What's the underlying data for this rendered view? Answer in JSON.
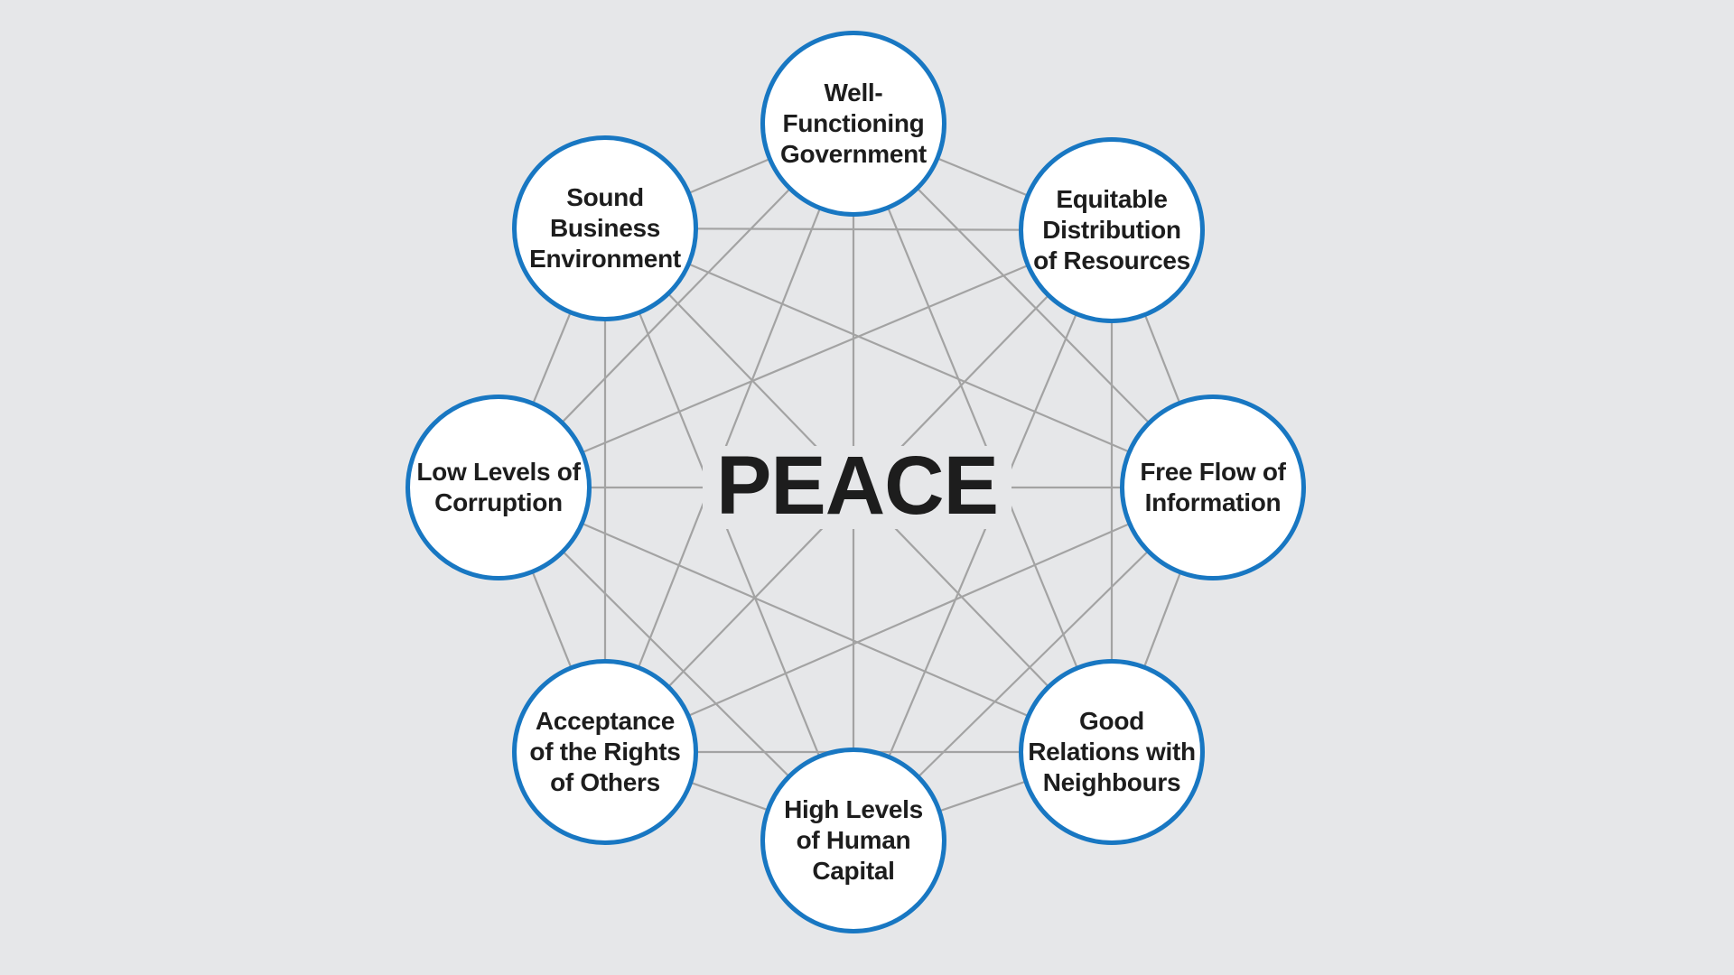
{
  "center": {
    "title": "PEACE"
  },
  "nodes": [
    {
      "id": "well-functioning-government",
      "label": "Well-\nFunctioning\nGovernment"
    },
    {
      "id": "equitable-distribution-of-resources",
      "label": "Equitable\nDistribution\nof Resources"
    },
    {
      "id": "free-flow-of-information",
      "label": "Free Flow of\nInformation"
    },
    {
      "id": "good-relations-with-neighbours",
      "label": "Good\nRelations with\nNeighbours"
    },
    {
      "id": "high-levels-of-human-capital",
      "label": "High Levels\nof Human\nCapital"
    },
    {
      "id": "acceptance-of-the-rights-of-others",
      "label": "Acceptance\nof the Rights\nof Others"
    },
    {
      "id": "low-levels-of-corruption",
      "label": "Low Levels of\nCorruption"
    },
    {
      "id": "sound-business-environment",
      "label": "Sound\nBusiness\nEnvironment"
    }
  ],
  "colors": {
    "background": "#e6e7e9",
    "circle_border": "#1877c2",
    "connector": "#a3a3a3",
    "text": "#1d1d1d"
  }
}
